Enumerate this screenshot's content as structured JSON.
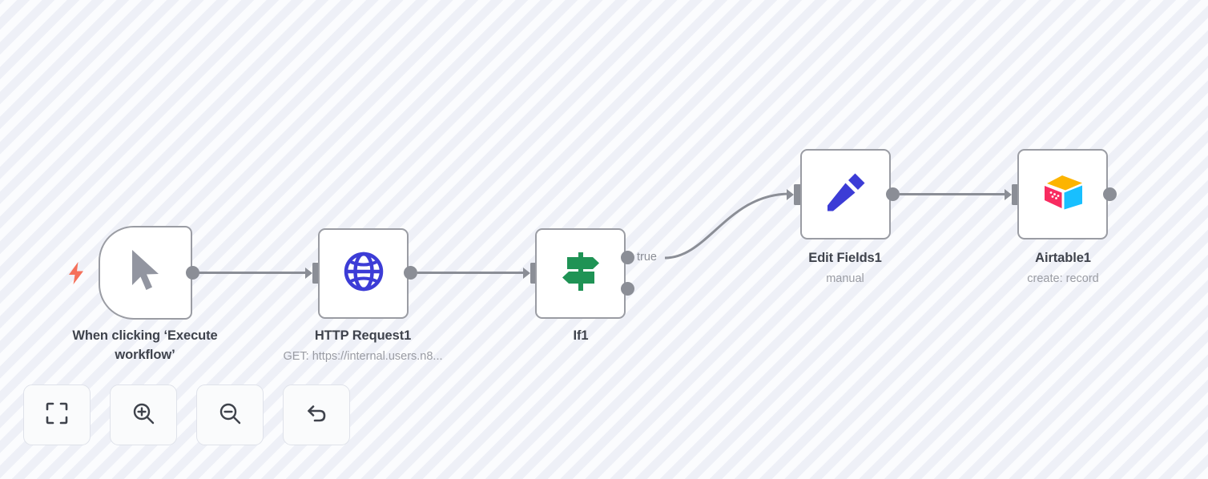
{
  "canvas": {
    "background_stripe_light": "#fbfcfe",
    "background_stripe_dark": "#eef0f7",
    "node_border_color": "#9a9ca3",
    "handle_color": "#8b8e96",
    "edge_color": "#8b8e96"
  },
  "nodes": [
    {
      "id": "trigger",
      "icon": "mouse-pointer-icon",
      "icon_color": "#9295a0",
      "label": "When clicking ‘Execute workflow’",
      "subtitle": "",
      "badge": "lightning-bolt-icon",
      "badge_color": "#f5705a",
      "shape": "trigger"
    },
    {
      "id": "http-request-1",
      "icon": "globe-icon",
      "icon_color": "#3c3cd6",
      "label": "HTTP Request1",
      "subtitle": "GET: https://internal.users.n8...",
      "shape": "rounded"
    },
    {
      "id": "if-1",
      "icon": "signpost-icon",
      "icon_color": "#1f9355",
      "label": "If1",
      "subtitle": "",
      "shape": "rounded"
    },
    {
      "id": "edit-fields-1",
      "icon": "pencil-icon",
      "icon_color": "#3c3cd6",
      "label": "Edit Fields1",
      "subtitle": "manual",
      "shape": "rounded"
    },
    {
      "id": "airtable-1",
      "icon": "airtable-icon",
      "icon_color": "#fcb400",
      "label": "Airtable1",
      "subtitle": "create: record",
      "shape": "rounded"
    }
  ],
  "edges": [
    {
      "from": "trigger",
      "to": "http-request-1",
      "label": ""
    },
    {
      "from": "http-request-1",
      "to": "if-1",
      "label": ""
    },
    {
      "from": "if-1",
      "to": "edit-fields-1",
      "label": "true"
    },
    {
      "from": "edit-fields-1",
      "to": "airtable-1",
      "label": ""
    }
  ],
  "controls": [
    {
      "id": "zoom-to-fit",
      "icon": "zoom-to-fit-icon",
      "title": "Zoom to fit"
    },
    {
      "id": "zoom-in",
      "icon": "zoom-in-icon",
      "title": "Zoom in"
    },
    {
      "id": "zoom-out",
      "icon": "zoom-out-icon",
      "title": "Zoom out"
    },
    {
      "id": "reset-zoom",
      "icon": "reset-zoom-icon",
      "title": "Reset zoom"
    }
  ]
}
